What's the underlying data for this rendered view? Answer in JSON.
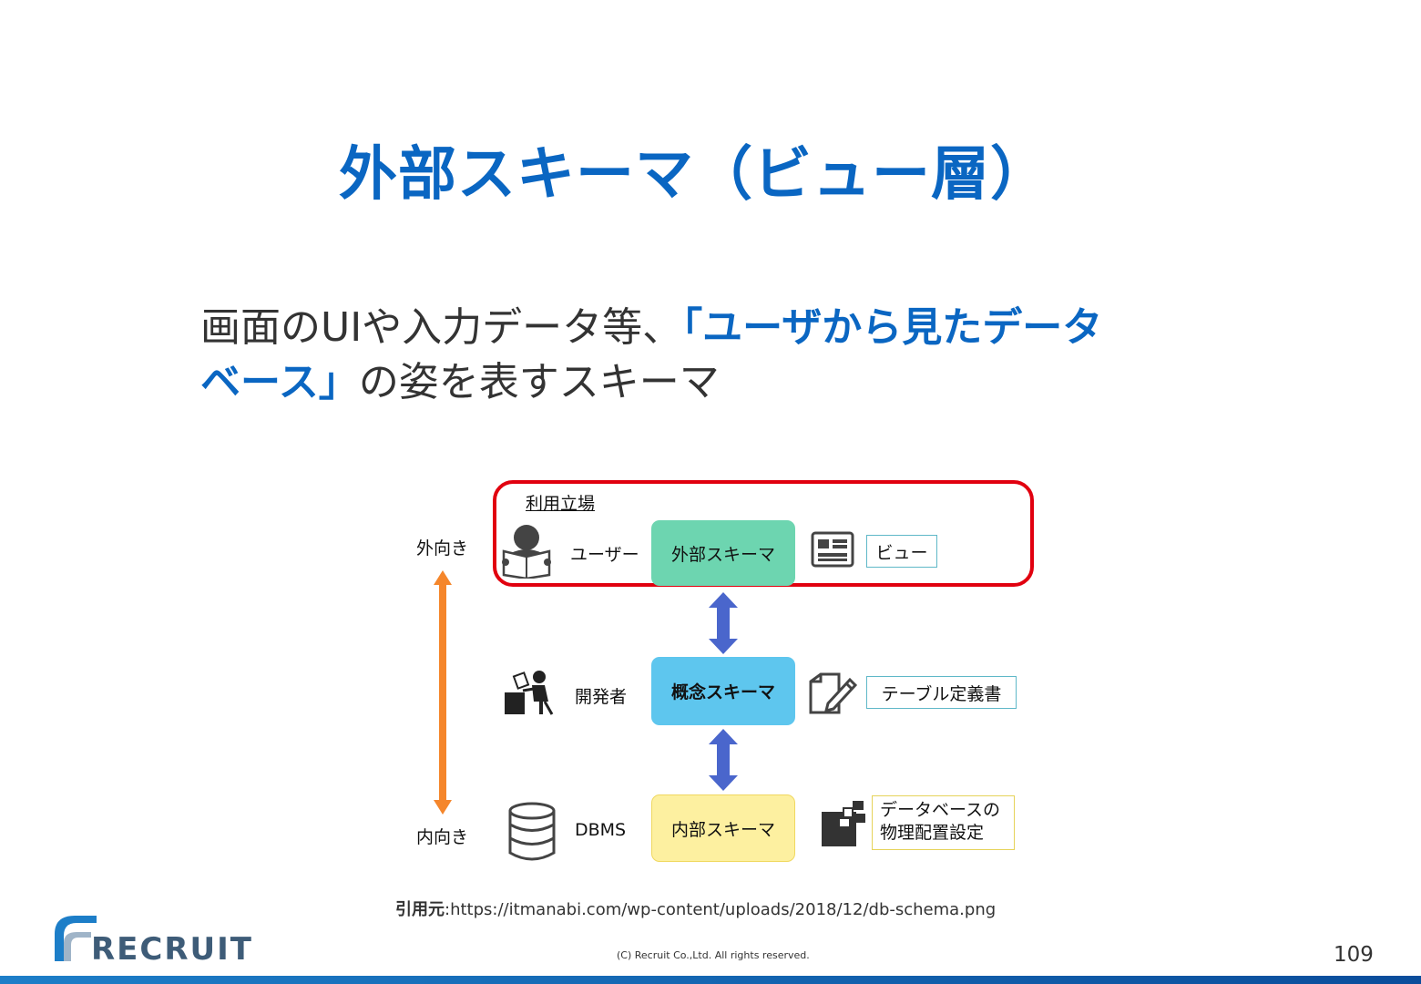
{
  "slide": {
    "title": "外部スキーマ（ビュー層）",
    "body_plain1": "画面のUIや入力データ等、",
    "body_hl1": "「ユーザから見たデータ",
    "body_hl2": "ベース」",
    "body_plain2": "の姿を表すスキーマ"
  },
  "diagram": {
    "frame_label": "利用立場",
    "axis_top": "外向き",
    "axis_bottom": "内向き",
    "rows": [
      {
        "role": "ユーザー",
        "schema": "外部スキーマ",
        "doc": "ビュー"
      },
      {
        "role": "開発者",
        "schema": "概念スキーマ",
        "doc": "テーブル定義書"
      },
      {
        "role": "DBMS",
        "schema": "内部スキーマ",
        "doc_line1": "データベースの",
        "doc_line2": "物理配置設定"
      }
    ],
    "colors": {
      "external": "#6dd5b0",
      "conceptual": "#5ec6ee",
      "internal": "#fdf0a0",
      "frame": "#e1000f",
      "axis_arrow": "#f5862b",
      "link_arrow": "#4a66cc"
    }
  },
  "footer": {
    "citation_label": "引用元",
    "citation_url": ":https://itmanabi.com/wp-content/uploads/2018/12/db-schema.png",
    "copyright": "(C) Recruit Co.,Ltd. All rights reserved.",
    "page_number": "109",
    "logo_text": "RECRUIT"
  }
}
